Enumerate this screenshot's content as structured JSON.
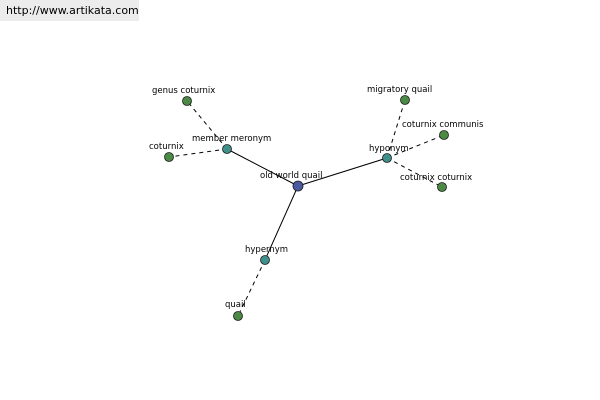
{
  "watermark": {
    "url": "http://www.artikata.com"
  },
  "colors": {
    "center_node": "#4a5aa0",
    "relation_node": "#3f8f8a",
    "leaf_node": "#4a8a44",
    "edge": "#000000",
    "banner_bg": "#ececec"
  },
  "graph": {
    "center": {
      "id": "center",
      "label": "old world quail",
      "kind": "center"
    },
    "relations": [
      {
        "id": "member-meronym",
        "label": "member meronym",
        "kind": "relation"
      },
      {
        "id": "hyponym",
        "label": "hyponym",
        "kind": "relation"
      },
      {
        "id": "hypernym",
        "label": "hypernym",
        "kind": "relation"
      }
    ],
    "leaves": [
      {
        "id": "genus-coturnix",
        "label": "genus coturnix",
        "kind": "leaf",
        "parent": "member-meronym"
      },
      {
        "id": "coturnix",
        "label": "coturnix",
        "kind": "leaf",
        "parent": "member-meronym"
      },
      {
        "id": "migratory-quail",
        "label": "migratory quail",
        "kind": "leaf",
        "parent": "hyponym"
      },
      {
        "id": "coturnix-communis",
        "label": "coturnix communis",
        "kind": "leaf",
        "parent": "hyponym"
      },
      {
        "id": "coturnix-coturnix",
        "label": "coturnix coturnix",
        "kind": "leaf",
        "parent": "hyponym"
      },
      {
        "id": "quail",
        "label": "quail",
        "kind": "leaf",
        "parent": "hypernym"
      }
    ]
  }
}
